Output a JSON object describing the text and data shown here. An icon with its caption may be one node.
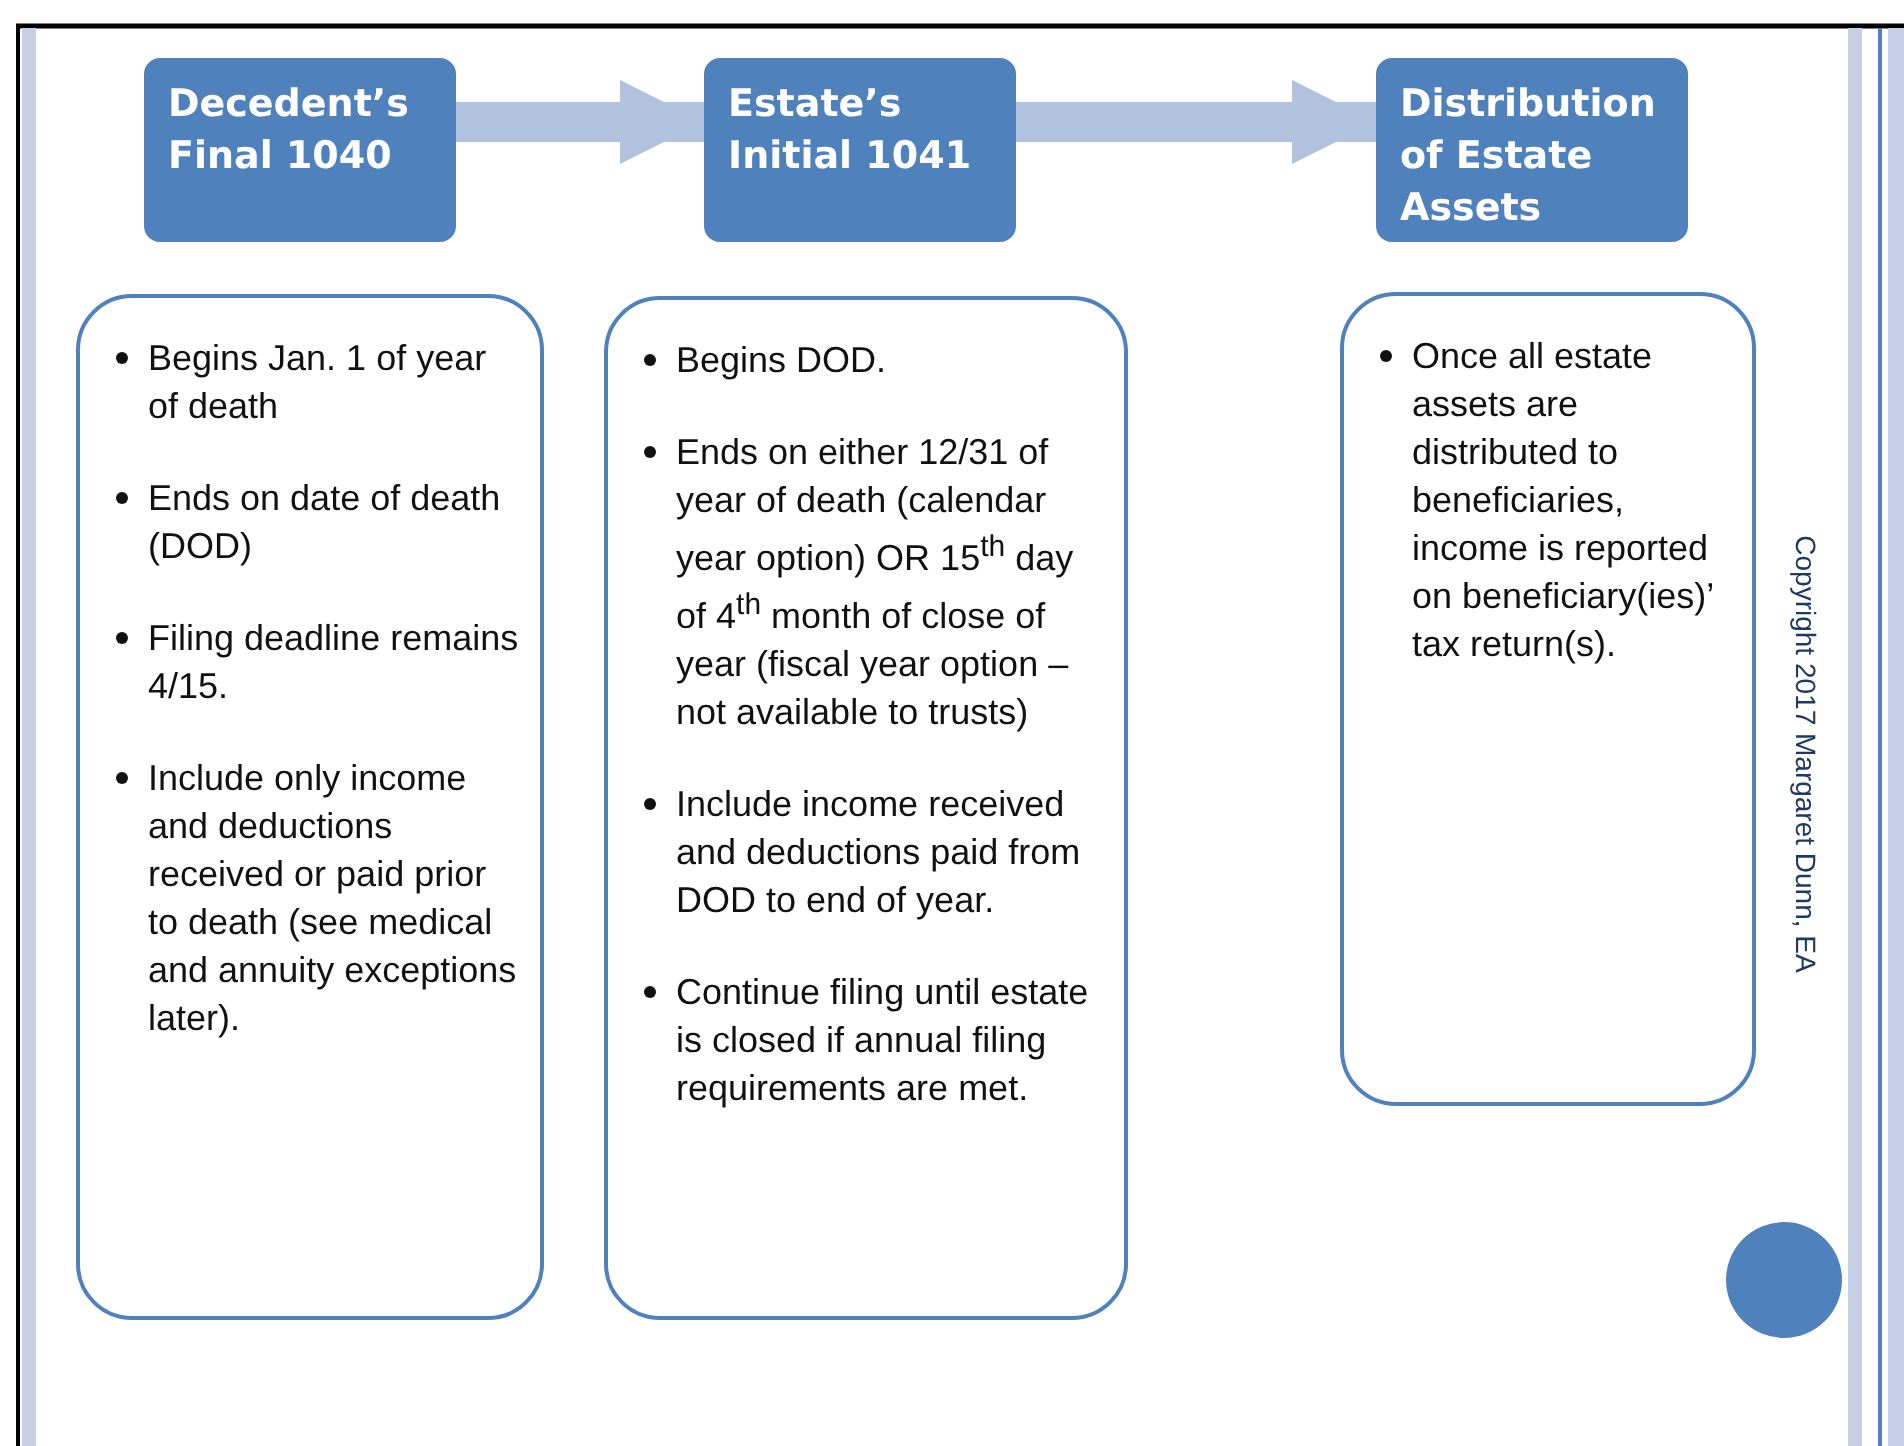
{
  "diagram": {
    "nodes": [
      {
        "text": [
          "Decedent’s Final 1040"
        ]
      },
      {
        "text": [
          "Estate’s Initial 1041"
        ]
      },
      {
        "text": [
          "Distribution of Estate Assets"
        ]
      },
      {
        "text": [
          "Begins Jan. 1 of year of death",
          "Ends on date of death (DOD)",
          "Filing deadline remains 4/15.",
          "Include only income and deductions received or paid prior to death (see medical and annuity exceptions later)."
        ]
      },
      {
        "text": [
          "Begins DOD.",
          "Ends on either 12/31 of year of death (calendar year option) OR 15$^{th}$ day of 4$^{th}$ month of close of year (fiscal year option – not available to trusts)",
          "Include income received and deductions paid from DOD to end of year.",
          "Continue filing until estate is closed if annual filing requirements are met."
        ]
      },
      {
        "text": [
          "Once all estate assets are distributed to beneficiaries, income is reported on beneficiary(ies)’ tax return(s)."
        ]
      }
    ],
    "edges": [
      {
        "from": 0,
        "to": 1,
        "arrow": "to"
      },
      {
        "from": 1,
        "to": 2,
        "arrow": "to"
      }
    ],
    "labels": [
      "Copyright 2017 Margaret Dunn, EA"
    ]
  }
}
